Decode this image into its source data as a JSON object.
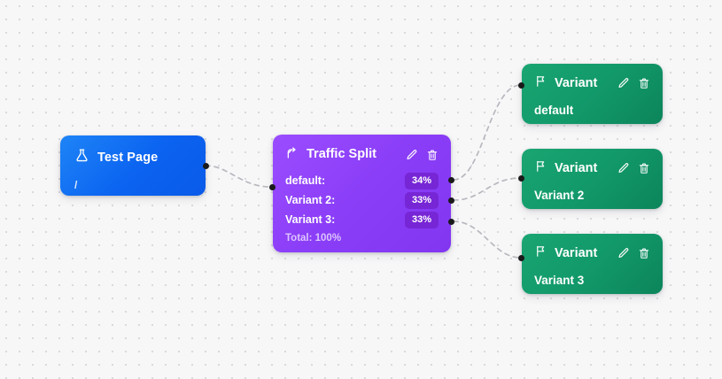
{
  "canvas": {
    "background_color": "#f7f7f8",
    "dot_color": "#d9d9de"
  },
  "nodes": {
    "test_page": {
      "title": "Test Page",
      "path": "/",
      "icon": "flask-icon",
      "color": "#0b63f0"
    },
    "traffic_split": {
      "title": "Traffic Split",
      "icon": "split-icon",
      "color": "#8b3ef7",
      "edit_label": "edit-icon",
      "delete_label": "delete-icon",
      "rows": [
        {
          "label": "default:",
          "percent": "34%"
        },
        {
          "label": "Variant 2:",
          "percent": "33%"
        },
        {
          "label": "Variant 3:",
          "percent": "33%"
        }
      ],
      "total": "Total: 100%"
    },
    "variants": [
      {
        "title": "Variant",
        "name": "default",
        "icon": "flag-icon",
        "color": "#12996a"
      },
      {
        "title": "Variant",
        "name": "Variant 2",
        "icon": "flag-icon",
        "color": "#12996a"
      },
      {
        "title": "Variant",
        "name": "Variant 3",
        "icon": "flag-icon",
        "color": "#12996a"
      }
    ]
  },
  "edges": {
    "style": "dashed-bezier",
    "color": "#b8b8bf",
    "list": [
      {
        "from": "test-page",
        "to": "traffic-split"
      },
      {
        "from": "traffic-split",
        "to": "variant-default"
      },
      {
        "from": "traffic-split",
        "to": "variant-2"
      },
      {
        "from": "traffic-split",
        "to": "variant-3"
      }
    ]
  }
}
